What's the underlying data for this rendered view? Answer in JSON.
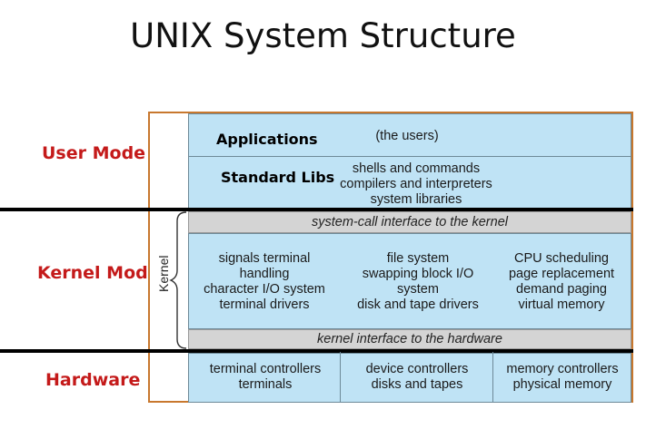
{
  "title": "UNIX System Structure",
  "modes": {
    "user": "User Mode",
    "kernel": "Kernel Mode",
    "hardware": "Hardware"
  },
  "kernel_label": "Kernel",
  "user_layer": {
    "applications": "Applications",
    "users_note": "(the users)",
    "standard_libs": "Standard Libs",
    "libs_lines": [
      "shells and commands",
      "compilers and interpreters",
      "system libraries"
    ]
  },
  "syscall_interface": "system-call interface to the kernel",
  "kernel_columns": [
    [
      "signals terminal",
      "handling",
      "character I/O system",
      "terminal drivers"
    ],
    [
      "file system",
      "swapping block I/O",
      "system",
      "disk and tape drivers"
    ],
    [
      "CPU scheduling",
      "page replacement",
      "demand paging",
      "virtual memory"
    ]
  ],
  "hw_interface": "kernel interface to the hardware",
  "hardware_columns": [
    [
      "terminal controllers",
      "terminals"
    ],
    [
      "device controllers",
      "disks and tapes"
    ],
    [
      "memory controllers",
      "physical memory"
    ]
  ],
  "colors": {
    "mode_label": "#c41a1a",
    "layer_fill": "#bfe3f5",
    "interface_fill": "#d4d4d4",
    "outer_border": "#c8782e"
  }
}
